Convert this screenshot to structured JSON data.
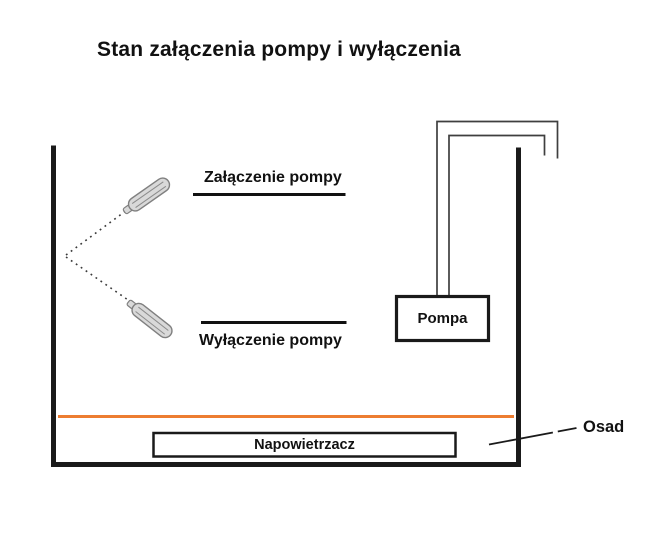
{
  "title": "Stan załączenia pompy i wyłączenia",
  "labels": {
    "pump_on": "Załączenie pompy",
    "pump_off": "Wyłączenie pompy",
    "pump": "Pompa",
    "aerator": "Napowietrzacz",
    "sediment": "Osad"
  },
  "colors": {
    "sediment_line": "#ED7D31",
    "float_fill": "#D9D9D9",
    "float_outline": "#808080",
    "wall": "#1A1A1A",
    "pipe": "#3F3F3F"
  }
}
